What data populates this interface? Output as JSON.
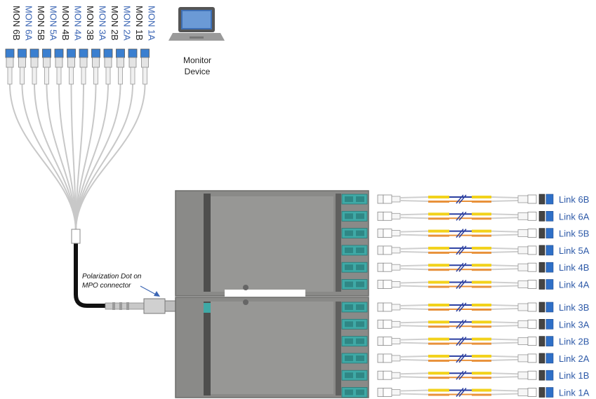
{
  "monitor_labels": [
    "MON 6B",
    "MON 6A",
    "MON 5B",
    "MON 5A",
    "MON 4B",
    "MON 4A",
    "MON 3B",
    "MON 3A",
    "MON 2B",
    "MON 2A",
    "MON 1B",
    "MON 1A"
  ],
  "monitor_label_colors": [
    "#222222",
    "#3c66b4",
    "#222222",
    "#3c66b4",
    "#222222",
    "#3c66b4",
    "#222222",
    "#3c66b4",
    "#222222",
    "#3c66b4",
    "#222222",
    "#3c66b4"
  ],
  "device": {
    "line1": "Monitor",
    "line2": "Device"
  },
  "polarization": {
    "line1": "Polarization Dot on",
    "line2": "MPO connector"
  },
  "links": [
    "Link 6B",
    "Link 6A",
    "Link 5B",
    "Link 5A",
    "Link 4B",
    "Link 4A",
    "Link 3B",
    "Link 3A",
    "Link 2B",
    "Link 2A",
    "Link 1B",
    "Link 1A"
  ],
  "colors": {
    "link_text": "#2e5aa8",
    "cassette_body": "#8a8a88",
    "cassette_dark": "#5f5f5e",
    "adapter_teal": "#3fa9a6",
    "fiber_yellow": "#f2d21b",
    "fiber_orange": "#e8913a",
    "fiber_blue": "#2b3fa0",
    "trunk_black": "#111111"
  }
}
